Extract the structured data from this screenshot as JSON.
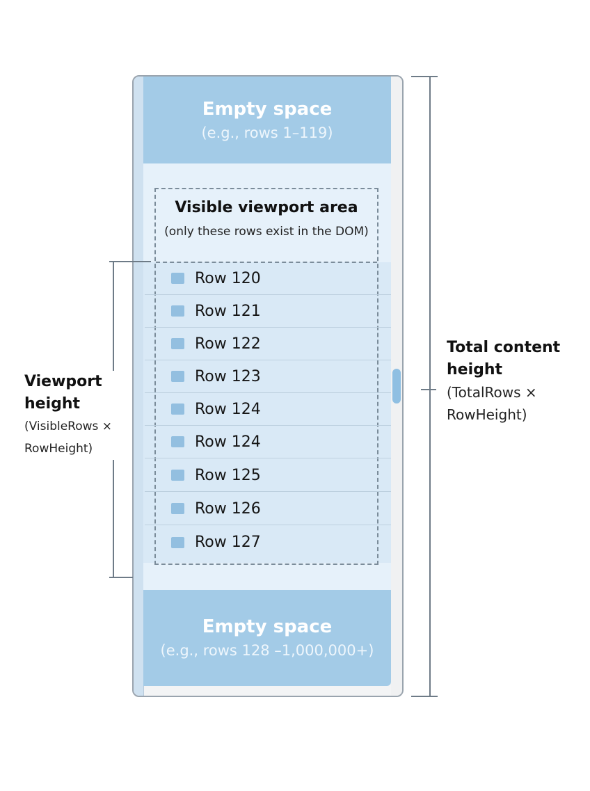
{
  "diagram": {
    "top_empty": {
      "title": "Empty space",
      "subtitle": "(e.g., rows 1–119)"
    },
    "viewport": {
      "title": "Visible viewport area",
      "subtitle": "(only these rows exist in the DOM)",
      "rows": [
        "Row 120",
        "Row 121",
        "Row 122",
        "Row 123",
        "Row 124",
        "Row 124",
        "Row 125",
        "Row 126",
        "Row 127"
      ]
    },
    "bottom_empty": {
      "title": "Empty space",
      "subtitle": "(e.g., rows 128 –1,000,000+)"
    },
    "left_label": {
      "title_line1": "Viewport",
      "title_line2": "height",
      "formula_line1": "(VisibleRows ×",
      "formula_line2": "RowHeight)"
    },
    "right_label": {
      "title_line1": "Total content",
      "title_line2": "height",
      "formula_line1": "(TotalRows ×",
      "formula_line2": "RowHeight)"
    },
    "colors": {
      "empty_fill": "#a3cbe7",
      "row_fill": "#d9e9f6",
      "row_icon": "#93bfe0",
      "bracket": "#6e7b87",
      "dash_border": "#7b8c9a"
    }
  }
}
